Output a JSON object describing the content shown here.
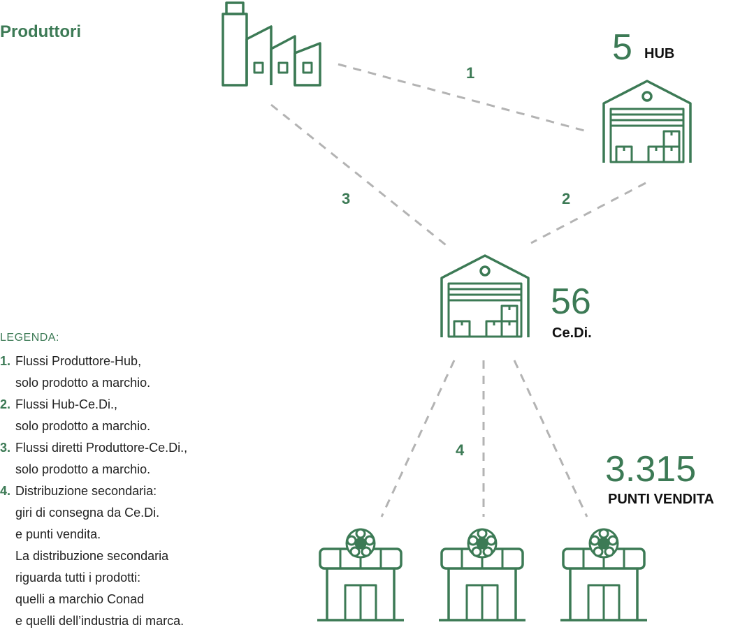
{
  "producers": {
    "title": "Produttori"
  },
  "hub": {
    "count": "5",
    "label": "HUB"
  },
  "cedi": {
    "count": "56",
    "label": "Ce.Di."
  },
  "stores": {
    "count": "3.315",
    "label": "PUNTI VENDITA"
  },
  "flows": {
    "f1": "1",
    "f2": "2",
    "f3": "3",
    "f4": "4"
  },
  "legend": {
    "title": "LEGENDA:",
    "items": [
      {
        "num": "1.",
        "text": "Flussi Produttore-Hub,\nsolo prodotto a marchio."
      },
      {
        "num": "2.",
        "text": "Flussi Hub-Ce.Di.,\nsolo prodotto a marchio."
      },
      {
        "num": "3.",
        "text": "Flussi diretti Produttore-Ce.Di.,\nsolo prodotto a marchio."
      },
      {
        "num": "4.",
        "text": "Distribuzione secondaria:\ngiri di consegna da Ce.Di.\ne punti vendita.\nLa distribuzione secondaria\nriguarda tutti i prodotti:\nquelli a marchio Conad\ne quelli dell’industria di marca."
      }
    ]
  },
  "colors": {
    "accent": "#3c7a55",
    "dash": "#b3b3b3",
    "text": "#222222"
  },
  "icons": {
    "producer": "factory-icon",
    "hub": "warehouse-icon",
    "cedi": "warehouse-icon",
    "store": "store-icon"
  }
}
